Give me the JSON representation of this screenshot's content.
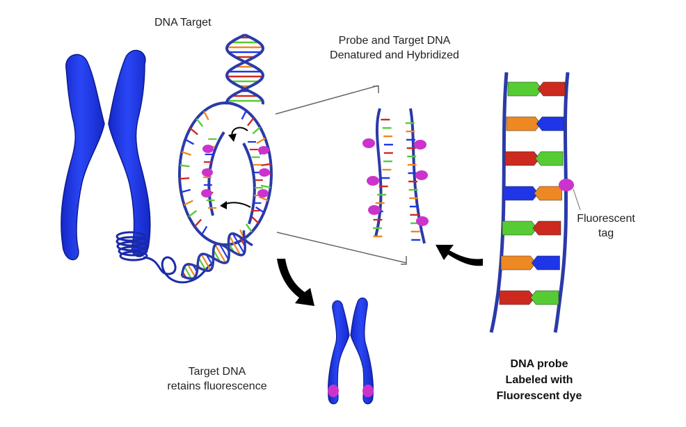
{
  "labels": {
    "dna_target": "DNA Target",
    "probe_target": [
      "Probe and Target DNA",
      "Denatured and Hybridized"
    ],
    "fluorescent_tag": [
      "Fluorescent",
      "tag"
    ],
    "target_dna": [
      "Target DNA",
      "retains fluorescence"
    ],
    "dna_probe": [
      "DNA probe",
      "Labeled with",
      "Fluorescent dye"
    ]
  },
  "colors": {
    "chromosome": "#1f35e8",
    "strand": "#2b3aa8",
    "fluorescent_tag": "#cc33cc",
    "base_red": "#cc2a1f",
    "base_green": "#55cc33",
    "base_orange": "#ee8822",
    "base_blue": "#1f35e8",
    "arrow": "#000000",
    "line": "#666666"
  },
  "probe_rungs": [
    [
      "green",
      "red"
    ],
    [
      "orange",
      "blue"
    ],
    [
      "red",
      "green"
    ],
    [
      "blue",
      "orange"
    ],
    [
      "green",
      "red"
    ],
    [
      "orange",
      "blue"
    ],
    [
      "red",
      "green"
    ]
  ]
}
